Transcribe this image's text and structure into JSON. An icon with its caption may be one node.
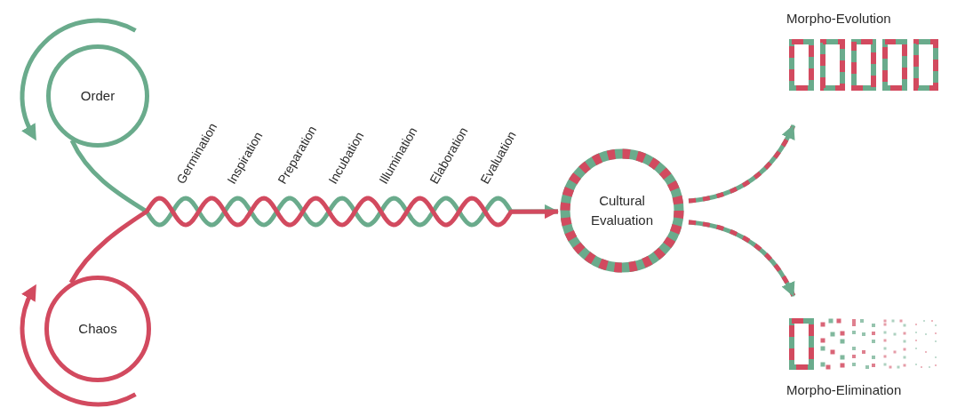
{
  "diagram": {
    "nodes": [
      {
        "text": [
          "Order"
        ]
      },
      {
        "text": [
          "Chaos"
        ]
      },
      {
        "text": [
          "Cultural Evaluation"
        ]
      },
      {
        "text": [
          "Morpho-Evolution"
        ]
      },
      {
        "text": [
          "Morpho-Elimination"
        ]
      }
    ],
    "edges": [
      {
        "from": 0,
        "to": 2,
        "arrow": "to",
        "color": "#6aab8c"
      },
      {
        "from": 1,
        "to": 2,
        "arrow": "to",
        "color": "#d24a5f"
      },
      {
        "from": 2,
        "to": 3,
        "arrow": "to",
        "style": "dashed"
      },
      {
        "from": 2,
        "to": 4,
        "arrow": "to",
        "style": "dashed"
      }
    ],
    "labels": [
      "Germination",
      "Inspiration",
      "Preparation",
      "Incubation",
      "Illumination",
      "Elaboration",
      "Evaluation"
    ]
  }
}
